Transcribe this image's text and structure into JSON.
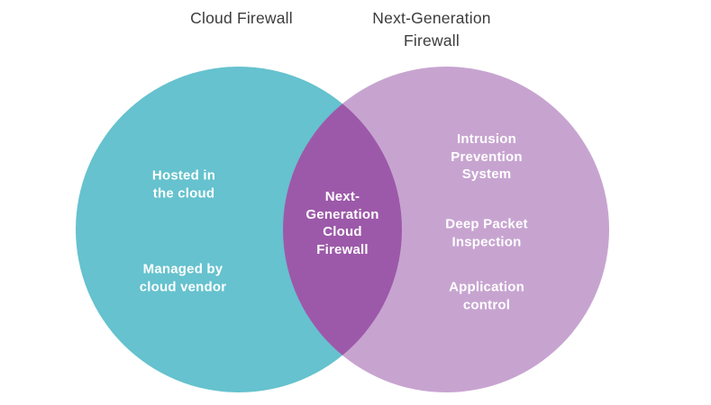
{
  "diagram": {
    "type": "venn",
    "title_color": "#3c3c3c",
    "label_color": "#ffffff",
    "left_circle": {
      "title": "Cloud Firewall",
      "color": "#65c2ce",
      "items": [
        "Hosted in\nthe cloud",
        "Managed by\ncloud vendor"
      ]
    },
    "right_circle": {
      "title": "Next-Generation\nFirewall",
      "color": "#c7a4d0",
      "items": [
        "Intrusion\nPrevention\nSystem",
        "Deep Packet\nInspection",
        "Application\ncontrol"
      ]
    },
    "overlap": {
      "label": "Next-\nGeneration\nCloud\nFirewall",
      "color": "#9c59a9"
    }
  }
}
